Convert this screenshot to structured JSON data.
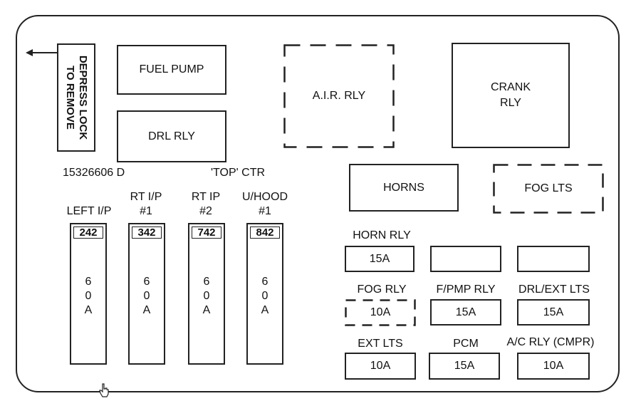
{
  "lock": {
    "text": "DEPRESS LOCK\nTO REMOVE"
  },
  "relays": {
    "fuel_pump": "FUEL PUMP",
    "drl_rly": "DRL RLY",
    "air_rly": "A.I.R. RLY",
    "crank_rly": "CRANK\nRLY",
    "horns": "HORNS",
    "fog_lts": "FOG LTS"
  },
  "part_number": "15326606 D",
  "top_ctr": "'TOP' CTR",
  "maxi_fuses": [
    {
      "label": "LEFT I/P",
      "number": "242",
      "amp": "6\n0\nA"
    },
    {
      "label": "RT I/P\n#1",
      "number": "342",
      "amp": "6\n0\nA"
    },
    {
      "label": "RT IP\n#2",
      "number": "742",
      "amp": "6\n0\nA"
    },
    {
      "label": "U/HOOD\n#1",
      "number": "842",
      "amp": "6\n0\nA"
    }
  ],
  "mini_fuses": {
    "horn_rly": {
      "label": "HORN RLY",
      "value": "15A"
    },
    "fog_rly": {
      "label": "FOG RLY",
      "value": "10A"
    },
    "fpmp_rly": {
      "label": "F/PMP RLY",
      "value": "15A"
    },
    "drl_ext": {
      "label": "DRL/EXT LTS",
      "value": "15A"
    },
    "ext_lts": {
      "label": "EXT LTS",
      "value": "10A"
    },
    "pcm": {
      "label": "PCM",
      "value": "15A"
    },
    "ac_rly": {
      "label": "A/C RLY (CMPR)",
      "value": "10A"
    }
  }
}
